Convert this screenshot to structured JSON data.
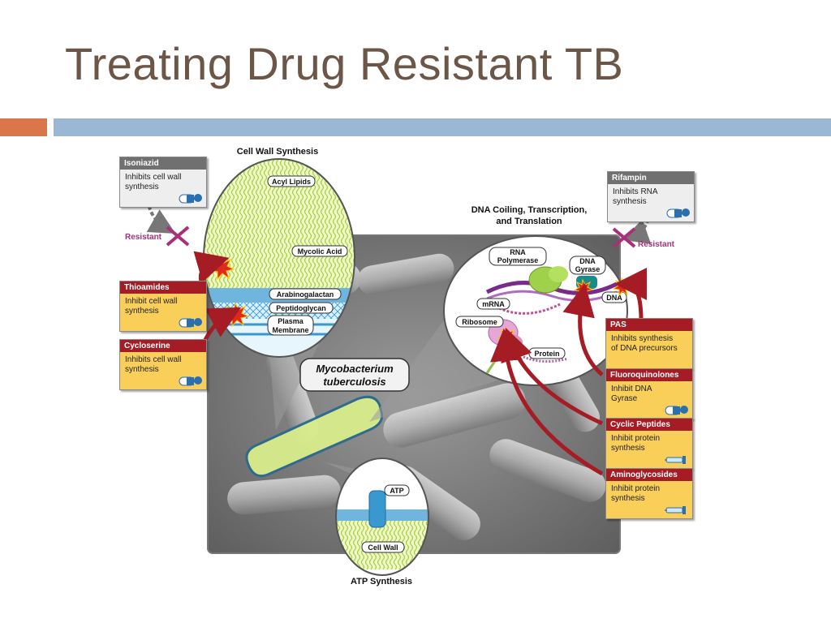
{
  "title": "Treating Drug Resistant TB",
  "diagram": {
    "sections": {
      "cell_wall": "Cell Wall Synthesis",
      "dna": "DNA Coiling, Transcription,",
      "dna2": "and Translation",
      "atp": "ATP Synthesis"
    },
    "organism": [
      "Mycobacterium",
      "tuberculosis"
    ],
    "cell_wall_labels": {
      "acyl_lipids": "Acyl Lipids",
      "mycolic_acid": "Mycolic Acid",
      "arabinogalactan": "Arabinogalactan",
      "peptidoglycan": "Peptidoglycan",
      "plasma_membrane_1": "Plasma",
      "plasma_membrane_2": "Membrane"
    },
    "dna_labels": {
      "rna_polymerase_1": "RNA",
      "rna_polymerase_2": "Polymerase",
      "dna_gyrase_1": "DNA",
      "dna_gyrase_2": "Gyrase",
      "mrna": "mRNA",
      "dna": "DNA",
      "ribosome": "Ribosome",
      "protein": "Protein"
    },
    "atp_labels": {
      "atp": "ATP",
      "cell_wall": "Cell Wall"
    },
    "resistant_left": "Resistant",
    "resistant_right": "Resistant"
  },
  "drugs": {
    "isoniazid": {
      "name": "Isoniazid",
      "action_1": "Inhibits cell wall",
      "action_2": "synthesis"
    },
    "thioamides": {
      "name": "Thioamides",
      "action_1": "Inhibit cell wall",
      "action_2": "synthesis"
    },
    "cycloserine": {
      "name": "Cycloserine",
      "action_1": "Inhibits cell wall",
      "action_2": "synthesis"
    },
    "rifampin": {
      "name": "Rifampin",
      "action_1": "Inhibits RNA",
      "action_2": "synthesis"
    },
    "pas": {
      "name": "PAS",
      "action_1": "Inhibits synthesis",
      "action_2": "of DNA precursors"
    },
    "fluoroquinolones": {
      "name": "Fluoroquinolones",
      "action_1": "Inhibit DNA",
      "action_2": "Gyrase"
    },
    "cyclic_peptides": {
      "name": "Cyclic Peptides",
      "action_1": "Inhibit protein",
      "action_2": "synthesis"
    },
    "aminoglycosides": {
      "name": "Aminoglycosides",
      "action_1": "Inhibit protein",
      "action_2": "synthesis"
    }
  }
}
